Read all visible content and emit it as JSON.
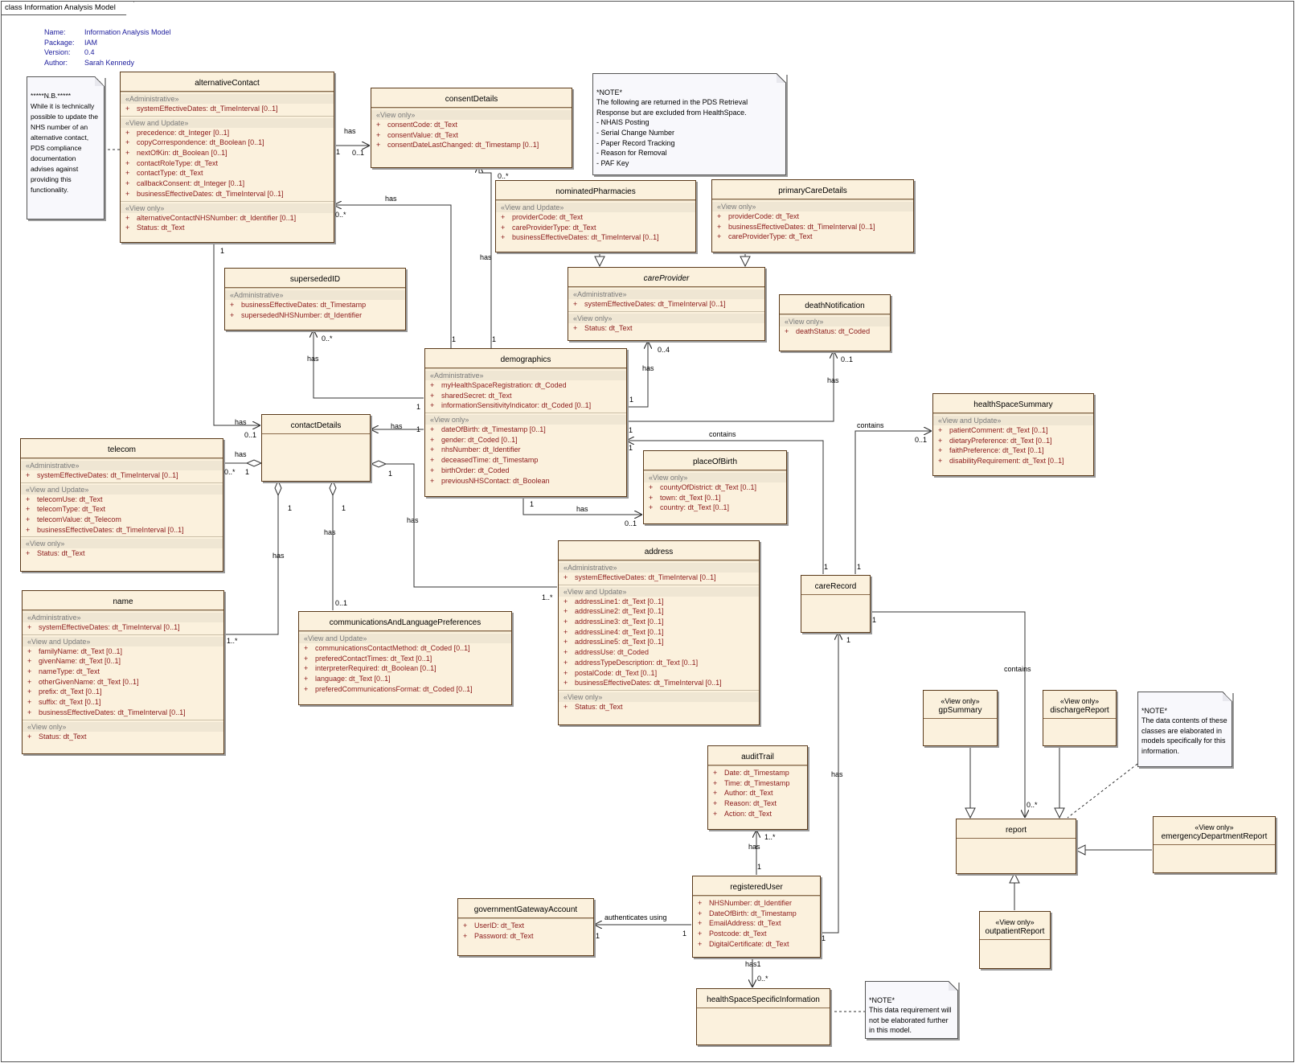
{
  "frame_title": "class Information Analysis Model",
  "meta": [
    {
      "key": "Name:",
      "value": "Information Analysis Model"
    },
    {
      "key": "Package:",
      "value": "IAM"
    },
    {
      "key": "Version:",
      "value": "0.4"
    },
    {
      "key": "Author:",
      "value": "Sarah Kennedy"
    }
  ],
  "classes": {
    "alternativeContact": {
      "name": "alternativeContact",
      "sections": [
        {
          "name": "«Administrative»",
          "attrs": [
            "systemEffectiveDates:  dt_TimeInterval [0..1]"
          ]
        },
        {
          "name": "«View and Update»",
          "attrs": [
            "precedence:  dt_Integer [0..1]",
            "copyCorrespondence:  dt_Boolean [0..1]",
            "nextOfKin:  dt_Boolean [0..1]",
            "contactRoleType:  dt_Text",
            "contactType:  dt_Text",
            "callbackConsent:  dt_Integer [0..1]",
            "businessEffectiveDates:  dt_TimeInterval [0..1]"
          ]
        },
        {
          "name": "«View only»",
          "attrs": [
            "alternativeContactNHSNumber:  dt_Identifier [0..1]",
            "Status:  dt_Text"
          ]
        }
      ]
    },
    "consentDetails": {
      "name": "consentDetails",
      "sections": [
        {
          "name": "«View only»",
          "attrs": [
            "consentCode:  dt_Text",
            "consentValue:  dt_Text",
            "consentDateLastChanged:  dt_Timestamp [0..1]"
          ]
        }
      ]
    },
    "nominatedPharmacies": {
      "name": "nominatedPharmacies",
      "sections": [
        {
          "name": "«View and Update»",
          "attrs": [
            "providerCode:  dt_Text",
            "careProviderType:  dt_Text",
            "businessEffectiveDates:  dt_TimeInterval [0..1]"
          ]
        }
      ]
    },
    "primaryCareDetails": {
      "name": "primaryCareDetails",
      "sections": [
        {
          "name": "«View only»",
          "attrs": [
            "providerCode:  dt_Text",
            "businessEffectiveDates:  dt_TimeInterval [0..1]",
            "careProviderType:  dt_Text"
          ]
        }
      ]
    },
    "careProvider": {
      "name": "careProvider",
      "sections": [
        {
          "name": "«Administrative»",
          "attrs": [
            "systemEffectiveDates:  dt_TimeInterval [0..1]"
          ]
        },
        {
          "name": "«View only»",
          "attrs": [
            "Status:  dt_Text"
          ]
        }
      ]
    },
    "supersededID": {
      "name": "supersededID",
      "sections": [
        {
          "name": "«Administrative»",
          "attrs": [
            "businessEffectiveDates:  dt_Timestamp",
            "supersededNHSNumber:  dt_Identifier"
          ]
        }
      ]
    },
    "deathNotification": {
      "name": "deathNotification",
      "sections": [
        {
          "name": "«View only»",
          "attrs": [
            "deathStatus:  dt_Coded"
          ]
        }
      ]
    },
    "demographics": {
      "name": "demographics",
      "sections": [
        {
          "name": "«Administrative»",
          "attrs": [
            "myHealthSpaceRegistration:  dt_Coded",
            "sharedSecret:  dt_Text",
            "informationSensitivityIndicator:  dt_Coded [0..1]"
          ]
        },
        {
          "name": "«View only»",
          "attrs": [
            "dateOfBirth:  dt_Timestamp [0..1]",
            "gender:  dt_Coded [0..1]",
            "nhsNumber:  dt_Identifier",
            "deceasedTime:  dt_Timestamp",
            "birthOrder:  dt_Coded",
            "previousNHSContact:  dt_Boolean"
          ]
        }
      ]
    },
    "healthSpaceSummary": {
      "name": "healthSpaceSummary",
      "sections": [
        {
          "name": "«View and Update»",
          "attrs": [
            "patientComment:  dt_Text [0..1]",
            "dietaryPreference:  dt_Text [0..1]",
            "faithPreference:  dt_Text [0..1]",
            "disabilityRequirement:  dt_Text [0..1]"
          ]
        }
      ]
    },
    "contactDetails": {
      "name": "contactDetails",
      "sections": []
    },
    "telecom": {
      "name": "telecom",
      "sections": [
        {
          "name": "«Administrative»",
          "attrs": [
            "systemEffectiveDates:  dt_TimeInterval [0..1]"
          ]
        },
        {
          "name": "«View and Update»",
          "attrs": [
            "telecomUse:  dt_Text",
            "telecomType:  dt_Text",
            "telecomValue:  dt_Telecom",
            "businessEffectiveDates:  dt_TimeInterval [0..1]"
          ]
        },
        {
          "name": "«View only»",
          "attrs": [
            "Status:  dt_Text"
          ]
        }
      ]
    },
    "placeOfBirth": {
      "name": "placeOfBirth",
      "sections": [
        {
          "name": "«View only»",
          "attrs": [
            "countyOfDistrict:  dt_Text [0..1]",
            "town:  dt_Text [0..1]",
            "country:  dt_Text [0..1]"
          ]
        }
      ]
    },
    "address": {
      "name": "address",
      "sections": [
        {
          "name": "«Administrative»",
          "attrs": [
            "systemEffectiveDates:  dt_TimeInterval [0..1]"
          ]
        },
        {
          "name": "«View and Update»",
          "attrs": [
            "addressLine1:  dt_Text [0..1]",
            "addressLine2:  dt_Text [0..1]",
            "addressLine3:  dt_Text [0..1]",
            "addressLine4:  dt_Text [0..1]",
            "addressLine5:  dt_Text [0..1]",
            "addressUse:  dt_Coded",
            "addressTypeDescription:  dt_Text [0..1]",
            "postalCode:  dt_Text [0..1]",
            "businessEffectiveDates:  dt_TimeInterval [0..1]"
          ]
        },
        {
          "name": "«View only»",
          "attrs": [
            "Status:  dt_Text"
          ]
        }
      ]
    },
    "careRecord": {
      "name": "careRecord",
      "sections": []
    },
    "name": {
      "name": "name",
      "sections": [
        {
          "name": "«Administrative»",
          "attrs": [
            "systemEffectiveDates:  dt_TimeInterval [0..1]"
          ]
        },
        {
          "name": "«View and Update»",
          "attrs": [
            "familyName:  dt_Text [0..1]",
            "givenName:  dt_Text [0..1]",
            "nameType:  dt_Text",
            "otherGivenName:  dt_Text [0..1]",
            "prefix:  dt_Text [0..1]",
            "suffix:  dt_Text [0..1]",
            "businessEffectiveDates:  dt_TimeInterval [0..1]"
          ]
        },
        {
          "name": "«View only»",
          "attrs": [
            "Status:  dt_Text"
          ]
        }
      ]
    },
    "communicationsAndLanguagePreferences": {
      "name": "communicationsAndLanguagePreferences",
      "sections": [
        {
          "name": "«View and Update»",
          "attrs": [
            "communicationsContactMethod:  dt_Coded [0..1]",
            "preferedContactTimes:  dt_Text [0..1]",
            "interpreterRequired:  dt_Boolean [0..1]",
            "language:  dt_Text [0..1]",
            "preferedCommunicationsFormat:  dt_Coded [0..1]"
          ]
        }
      ]
    },
    "gpSummary": {
      "name": "gpSummary",
      "stereotype": "«View only»",
      "sections": []
    },
    "dischargeReport": {
      "name": "dischargeReport",
      "stereotype": "«View only»",
      "sections": []
    },
    "auditTrail": {
      "name": "auditTrail",
      "sections": [
        {
          "name": "",
          "attrs": [
            "Date:  dt_Timestamp",
            "Time:  dt_Timestamp",
            "Author:  dt_Text",
            "Reason:  dt_Text",
            "Action:  dt_Text"
          ]
        }
      ]
    },
    "report": {
      "name": "report",
      "sections": []
    },
    "emergencyDepartmentReport": {
      "name": "emergencyDepartmentReport",
      "stereotype": "«View only»",
      "sections": []
    },
    "governmentGatewayAccount": {
      "name": "governmentGatewayAccount",
      "sections": [
        {
          "name": "",
          "attrs": [
            "UserID:  dt_Text",
            "Password:  dt_Text"
          ]
        }
      ]
    },
    "registeredUser": {
      "name": "registeredUser",
      "sections": [
        {
          "name": "",
          "attrs": [
            "NHSNumber:  dt_Identifier",
            "DateOfBirth:  dt_Timestamp",
            "EmailAddress:  dt_Text",
            "Postcode:  dt_Text",
            "DigitalCertificate:  dt_Text"
          ]
        }
      ]
    },
    "outpatientReport": {
      "name": "outpatientReport",
      "stereotype": "«View only»",
      "sections": []
    },
    "healthSpaceSpecificInformation": {
      "name": "healthSpaceSpecificInformation",
      "sections": []
    }
  },
  "notes": {
    "nb": "*****N.B.*****\nWhile it is technically possible to update the NHS number of an alternative contact, PDS compliance documentation advises against providing this functionality.",
    "pds": "*NOTE*\nThe following are returned in the PDS Retrieval Response but are excluded from HealthSpace.\n- NHAIS Posting\n- Serial Change Number\n- Paper Record Tracking\n- Reason for Removal\n- PAF Key",
    "reports": "*NOTE*\nThe data contents of these classes are elaborated in models specifically for this information.",
    "hssi": "*NOTE*\nThis data requirement will not be elaborated further in this model."
  },
  "labels": {
    "has": "has",
    "contains": "contains",
    "authenticates_using": "authenticates using",
    "has1": "has1",
    "m_1": "1",
    "m_0_1": "0..1",
    "m_0_n": "0..*",
    "m_1_n": "1..*",
    "m_0_4": "0..4"
  }
}
